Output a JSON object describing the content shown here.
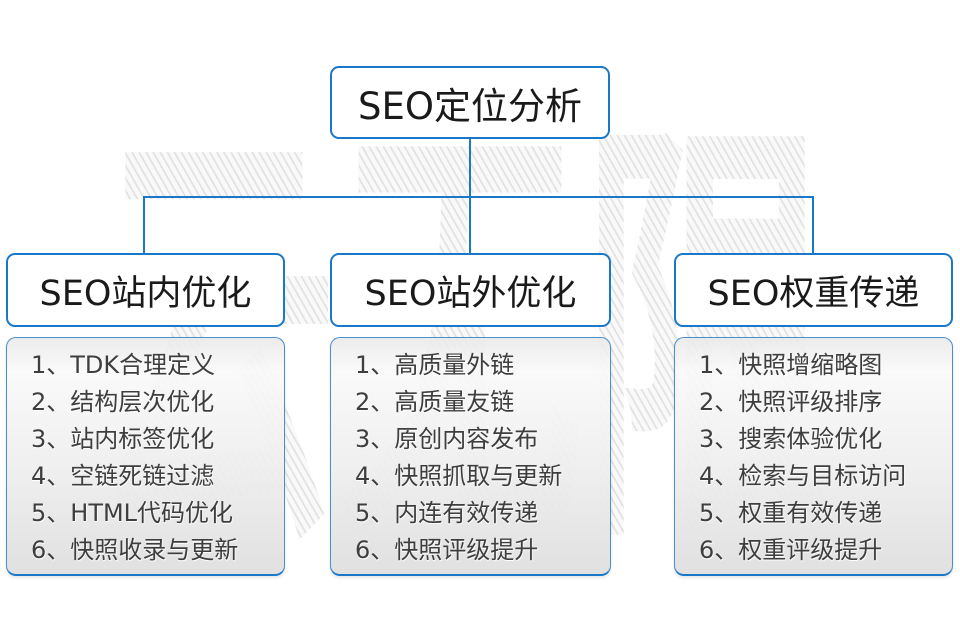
{
  "watermark": {
    "text": "云无限"
  },
  "root": {
    "title": "SEO定位分析"
  },
  "columns": [
    {
      "id": "onsite",
      "header": "SEO站内优化",
      "items": [
        "1、TDK合理定义",
        "2、结构层次优化",
        "3、站内标签优化",
        "4、空链死链过滤",
        "5、HTML代码优化",
        "6、快照收录与更新"
      ]
    },
    {
      "id": "offsite",
      "header": "SEO站外优化",
      "items": [
        "1、高质量外链",
        "2、高质量友链",
        "3、原创内容发布",
        "4、快照抓取与更新",
        "5、内连有效传递",
        "6、快照评级提升"
      ]
    },
    {
      "id": "weight",
      "header": "SEO权重传递",
      "items": [
        "1、快照增缩略图",
        "2、快照评级排序",
        "3、搜索体验优化",
        "4、检索与目标访问",
        "5、权重有效传递",
        "6、权重评级提升"
      ]
    }
  ],
  "colors": {
    "connector_blue": "#1a78c8",
    "node_border_blue": "#1a78c8",
    "list_border_blue": "#4a8ecb",
    "node_text": "#1a1a1a",
    "list_text": "#3e3e3e",
    "watermark_hatch": "#e3e3e3",
    "background": "#ffffff"
  }
}
